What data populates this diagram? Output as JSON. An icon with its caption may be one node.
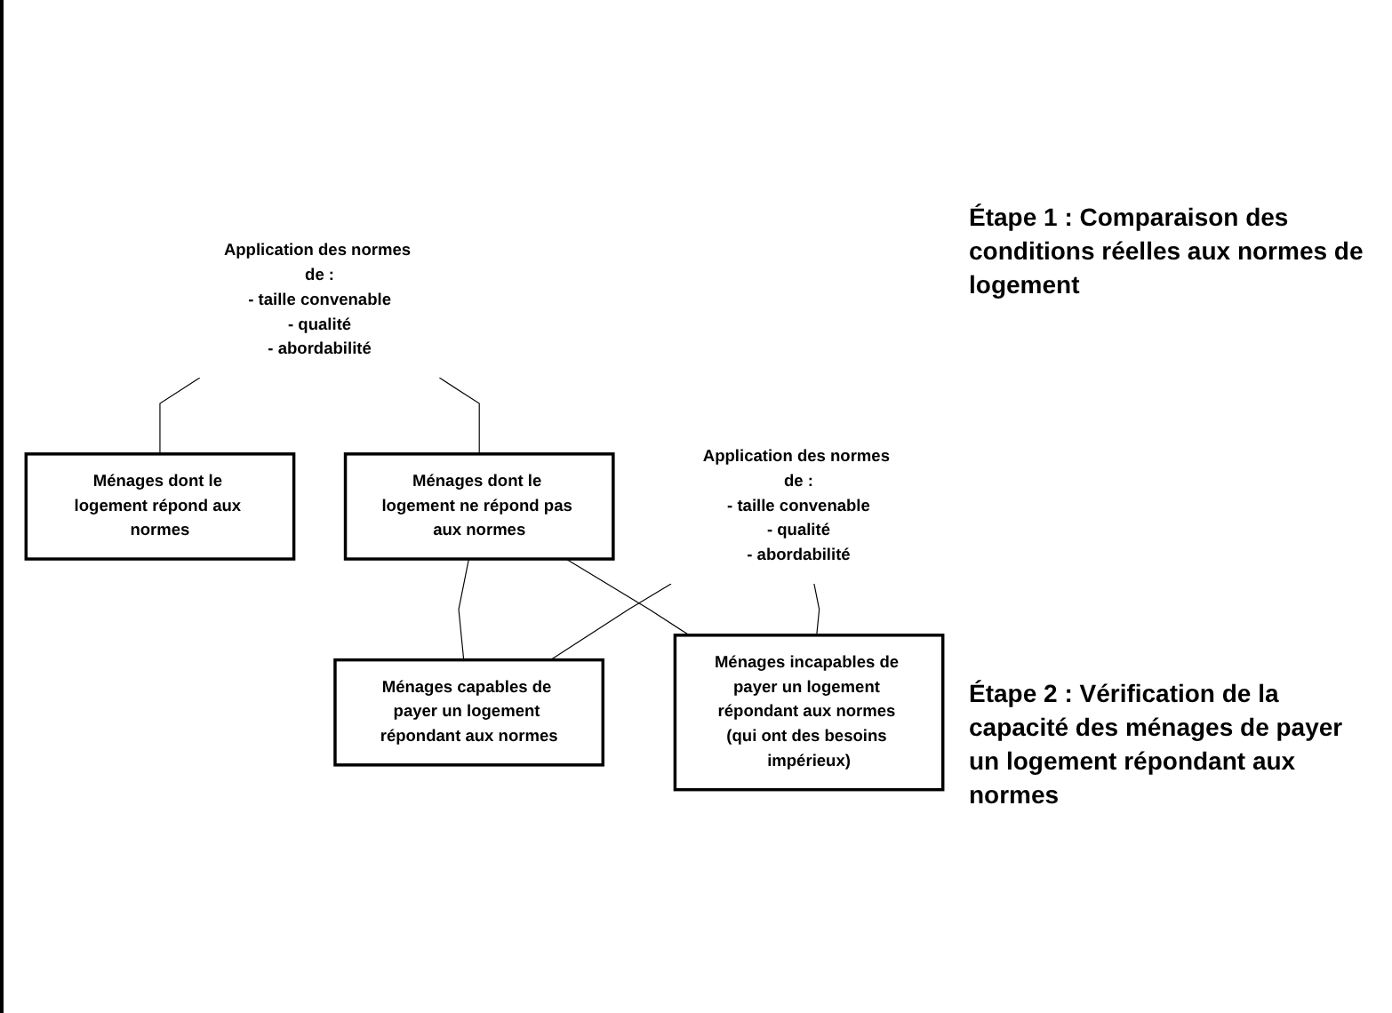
{
  "diagram": {
    "nodes": [
      {
        "text": [
          "Application des normes de :",
          "- taille convenable",
          "- qualité",
          "- abordabilité"
        ]
      },
      {
        "text": [
          "Ménages dont le logement répond aux normes"
        ]
      },
      {
        "text": [
          "Ménages dont le logement ne répond pas aux normes"
        ]
      },
      {
        "text": [
          "Application des normes de :",
          "- taille convenable",
          "- qualité",
          "- abordabilité"
        ]
      },
      {
        "text": [
          "Ménages capables de payer un logement répondant aux normes"
        ]
      },
      {
        "text": [
          "Ménages incapables de payer un logement répondant aux normes (qui ont des besoins impérieux)"
        ]
      }
    ],
    "edges": [
      {
        "from": 0,
        "to": 1,
        "arrow": "none"
      },
      {
        "from": 0,
        "to": 2,
        "arrow": "none"
      },
      {
        "from": 2,
        "to": 4,
        "arrow": "none"
      },
      {
        "from": 2,
        "to": 5,
        "arrow": "none"
      },
      {
        "from": 3,
        "to": 4,
        "arrow": "none"
      },
      {
        "from": 3,
        "to": 5,
        "arrow": "none"
      }
    ],
    "labels": [
      "Étape 1 : Comparaison des conditions réelles aux normes de logement",
      "Étape 2 : Vérification de la capacité des ménages de payer un logement répondant aux normes"
    ]
  }
}
